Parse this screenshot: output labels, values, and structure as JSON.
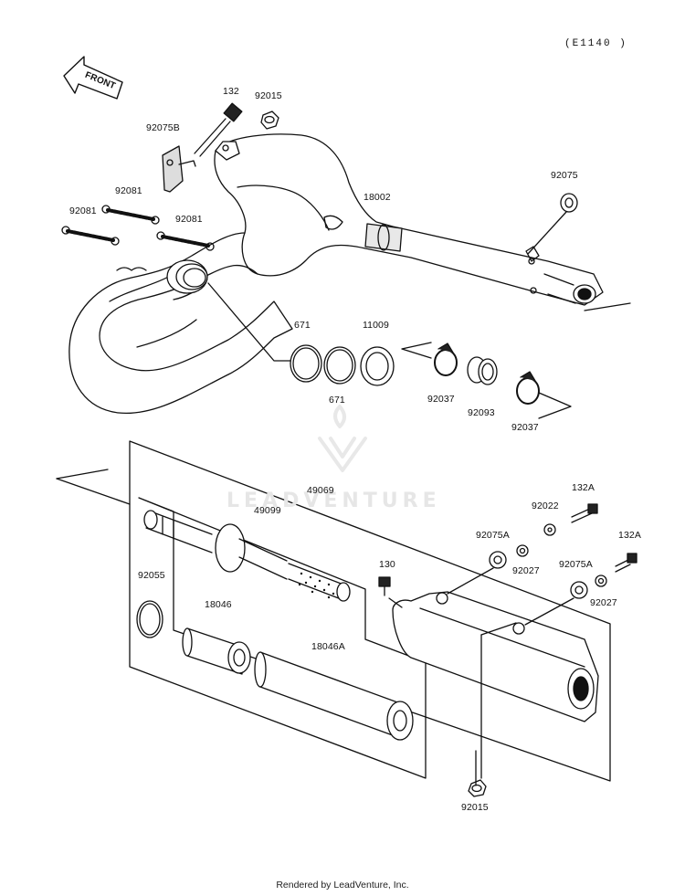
{
  "diagram": {
    "code": "(E1140 )",
    "front_label": "FRONT",
    "watermark": "LEADVENTURE",
    "footer": "Rendered by LeadVenture, Inc.",
    "parts": {
      "p132": "132",
      "p92015_top": "92015",
      "p92075B": "92075B",
      "p92081_a": "92081",
      "p92081_b": "92081",
      "p92081_c": "92081",
      "p18002": "18002",
      "p92075": "92075",
      "p671_a": "671",
      "p671_b": "671",
      "p11009": "11009",
      "p92037_a": "92037",
      "p92093": "92093",
      "p92037_b": "92037",
      "p49069": "49069",
      "p49099": "49099",
      "p92022": "92022",
      "p132A_a": "132A",
      "p132A_b": "132A",
      "p92075A_a": "92075A",
      "p92075A_b": "92075A",
      "p92027_a": "92027",
      "p92027_b": "92027",
      "p130": "130",
      "p92055": "92055",
      "p18046": "18046",
      "p18046A": "18046A",
      "p92015_bottom": "92015"
    }
  }
}
